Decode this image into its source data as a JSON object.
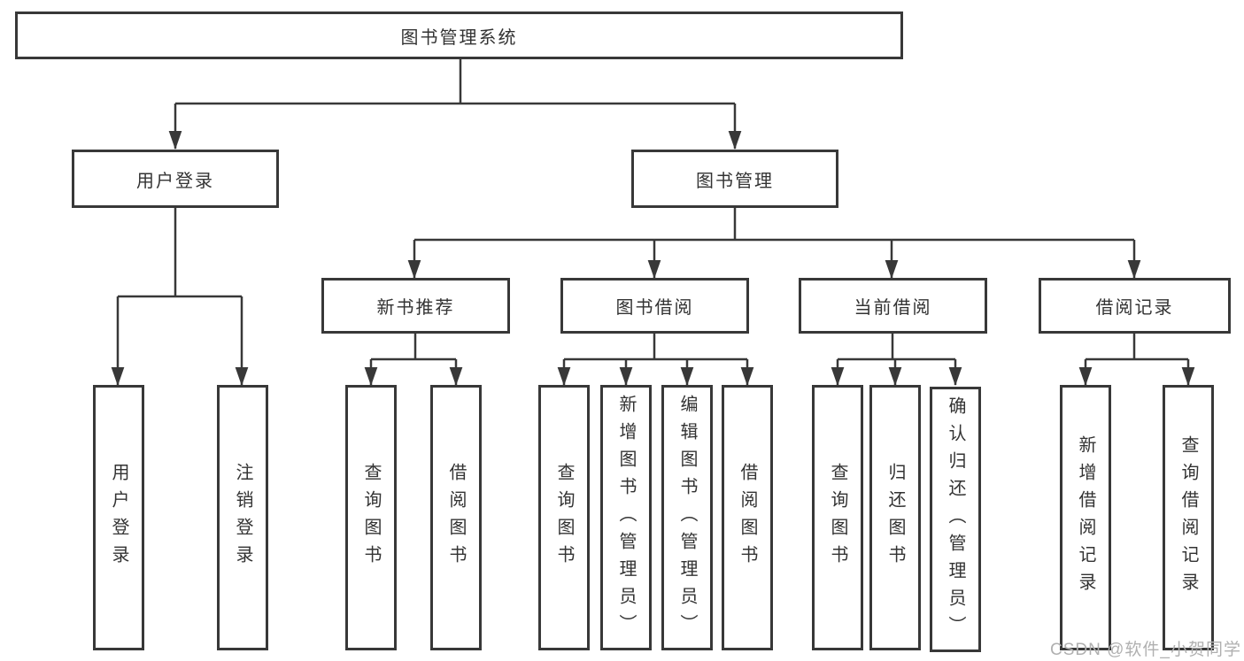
{
  "tree": {
    "root": {
      "label": "图书管理系统"
    },
    "level2": [
      {
        "label": "用户登录"
      },
      {
        "label": "图书管理"
      }
    ],
    "level3": [
      {
        "label": "新书推荐"
      },
      {
        "label": "图书借阅"
      },
      {
        "label": "当前借阅"
      },
      {
        "label": "借阅记录"
      }
    ],
    "leaves": {
      "user_login": [
        "用户登录",
        "注销登录"
      ],
      "new_books": [
        "查询图书",
        "借阅图书"
      ],
      "book_borrow": [
        "查询图书",
        "新增图书（管理员）",
        "编辑图书（管理员）",
        "借阅图书"
      ],
      "current_borrow": [
        "查询图书",
        "归还图书",
        "确认归还（管理员）"
      ],
      "borrow_records": [
        "新增借阅记录",
        "查询借阅记录"
      ]
    }
  },
  "watermark": {
    "text": "CSDN @软件_小贺同学"
  },
  "colors": {
    "line": "#383838",
    "box_border": "#383838",
    "text": "#333333",
    "watermark": "#b0b0b0",
    "background": "#ffffff"
  }
}
